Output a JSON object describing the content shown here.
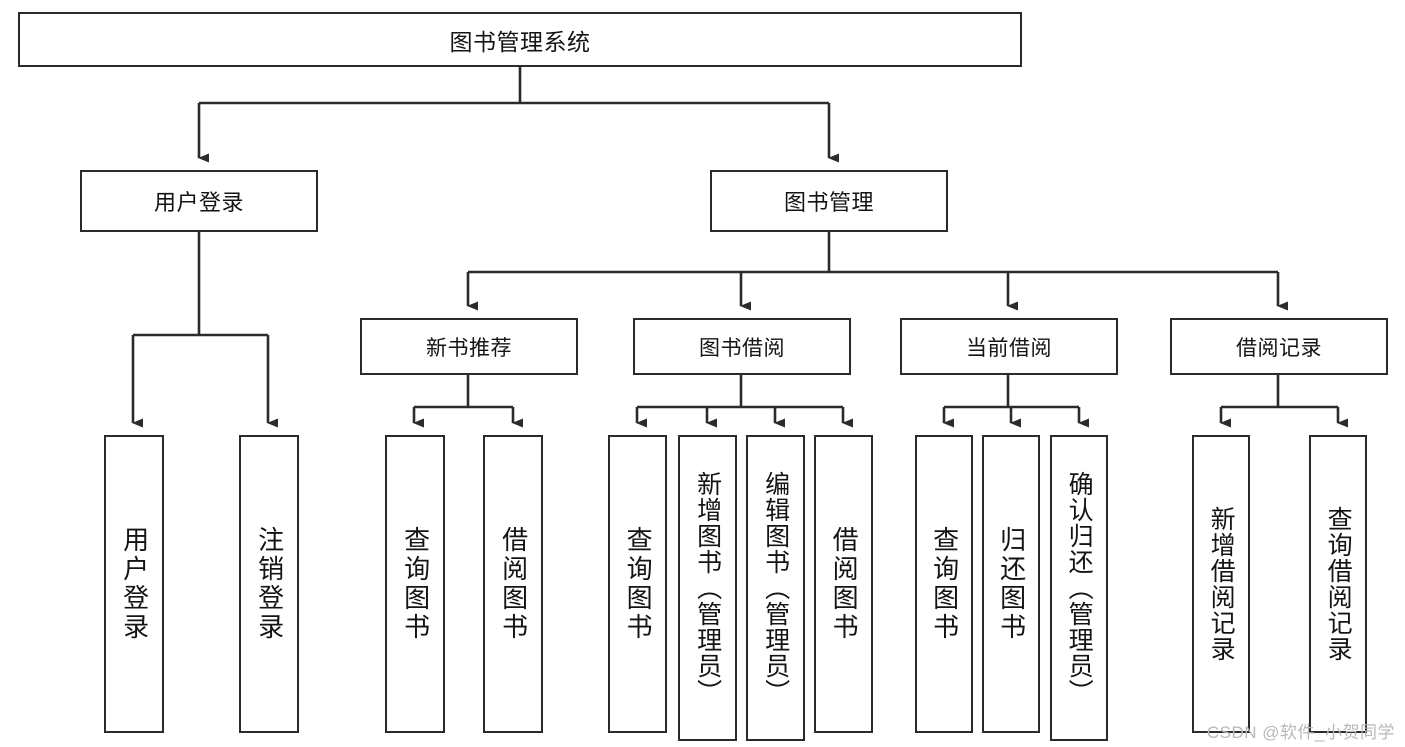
{
  "diagram": {
    "title": "图书管理系统",
    "root": {
      "id": "root",
      "label": "图书管理系统"
    },
    "level2": [
      {
        "id": "user-login",
        "label": "用户登录"
      },
      {
        "id": "book-manage",
        "label": "图书管理"
      }
    ],
    "level3": [
      {
        "id": "new-book-recommend",
        "label": "新书推荐"
      },
      {
        "id": "book-borrow",
        "label": "图书借阅"
      },
      {
        "id": "current-borrow",
        "label": "当前借阅"
      },
      {
        "id": "borrow-record",
        "label": "借阅记录"
      }
    ],
    "leaves": [
      {
        "id": "leaf-user-login",
        "label": "用户登录",
        "parent": "user-login"
      },
      {
        "id": "leaf-logout",
        "label": "注销登录",
        "parent": "user-login"
      },
      {
        "id": "leaf-query-book-1",
        "label": "查询图书",
        "parent": "new-book-recommend"
      },
      {
        "id": "leaf-borrow-book-1",
        "label": "借阅图书",
        "parent": "new-book-recommend"
      },
      {
        "id": "leaf-query-book-2",
        "label": "查询图书",
        "parent": "book-borrow"
      },
      {
        "id": "leaf-add-book",
        "label": "新增图书（管理员）",
        "parent": "book-borrow"
      },
      {
        "id": "leaf-edit-book",
        "label": "编辑图书（管理员）",
        "parent": "book-borrow"
      },
      {
        "id": "leaf-borrow-book-2",
        "label": "借阅图书",
        "parent": "book-borrow"
      },
      {
        "id": "leaf-query-book-3",
        "label": "查询图书",
        "parent": "current-borrow"
      },
      {
        "id": "leaf-return-book",
        "label": "归还图书",
        "parent": "current-borrow"
      },
      {
        "id": "leaf-confirm-return",
        "label": "确认归还（管理员）",
        "parent": "current-borrow"
      },
      {
        "id": "leaf-add-record",
        "label": "新增借阅记录",
        "parent": "borrow-record"
      },
      {
        "id": "leaf-query-record",
        "label": "查询借阅记录",
        "parent": "borrow-record"
      }
    ],
    "colors": {
      "stroke": "#2b2b2b",
      "box_fill": "#ffffff",
      "text": "#141414",
      "watermark": "#b8b8b8"
    }
  },
  "watermark": {
    "text": "CSDN @软件_小贺同学"
  }
}
